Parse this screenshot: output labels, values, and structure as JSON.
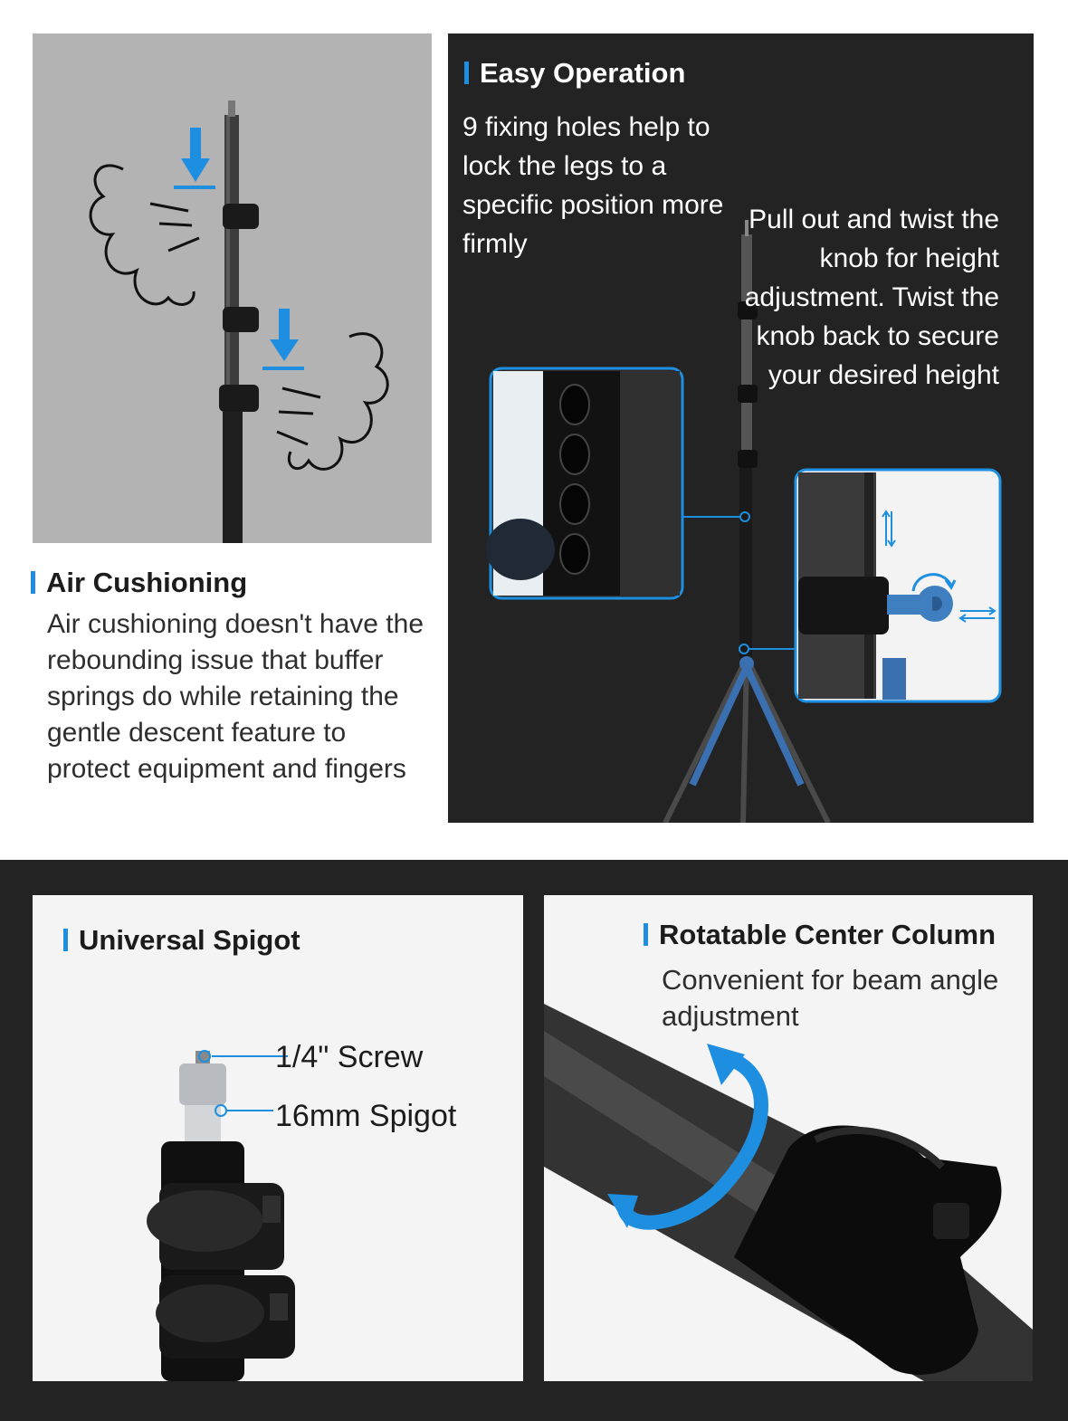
{
  "air_cushioning": {
    "title": "Air Cushioning",
    "description": "Air cushioning doesn't have the rebounding issue that buffer springs do while retaining the gentle descent feature to protect equipment and fingers"
  },
  "easy_operation": {
    "title": "Easy Operation",
    "description": "9 fixing holes help to lock the legs to a specific position more firmly",
    "knob_note": "Pull out and twist the knob for height adjustment. Twist the knob back to secure your desired height"
  },
  "universal_spigot": {
    "title": "Universal Spigot",
    "screw_label": "1/4\" Screw",
    "spigot_label": "16mm Spigot"
  },
  "rotatable_column": {
    "title": "Rotatable Center Column",
    "description": "Convenient for beam angle adjustment"
  },
  "colors": {
    "accent": "#1e8fe0",
    "dark_panel": "#232323",
    "grey_panel": "#b3b3b3",
    "light_panel": "#f4f4f4"
  },
  "icons": [
    "down-arrow-icon",
    "air-puff-icon",
    "rotate-arrow-icon",
    "up-down-arrow-icon",
    "left-right-arrow-icon"
  ]
}
